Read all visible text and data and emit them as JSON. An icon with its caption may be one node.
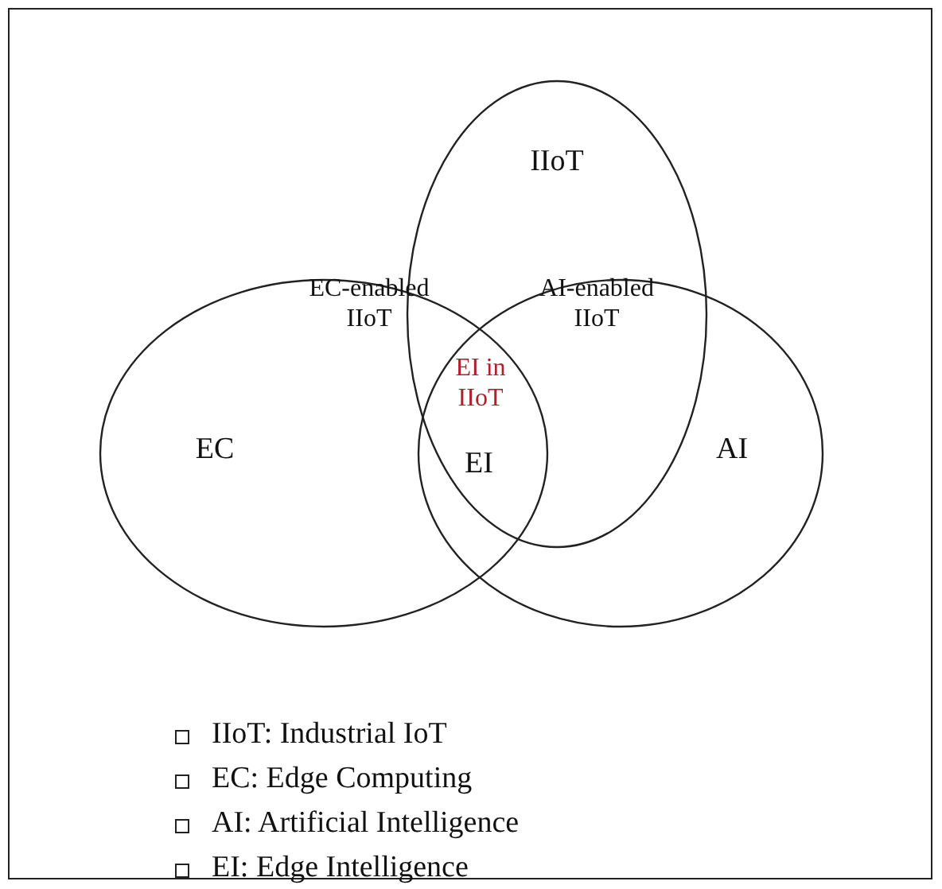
{
  "diagram": {
    "nodes": [
      {
        "text": [
          "IIoT"
        ]
      },
      {
        "text": [
          "EC"
        ]
      },
      {
        "text": [
          "AI"
        ]
      }
    ],
    "labels": [
      "EC-enabled IIoT",
      "AI-enabled IIoT",
      "EI in IIoT",
      "EI"
    ],
    "legend": [
      {
        "text": "IIoT: Industrial IoT"
      },
      {
        "text": "EC: Edge Computing"
      },
      {
        "text": "AI: Artificial Intelligence"
      },
      {
        "text": "EI: Edge Intelligence"
      }
    ]
  }
}
